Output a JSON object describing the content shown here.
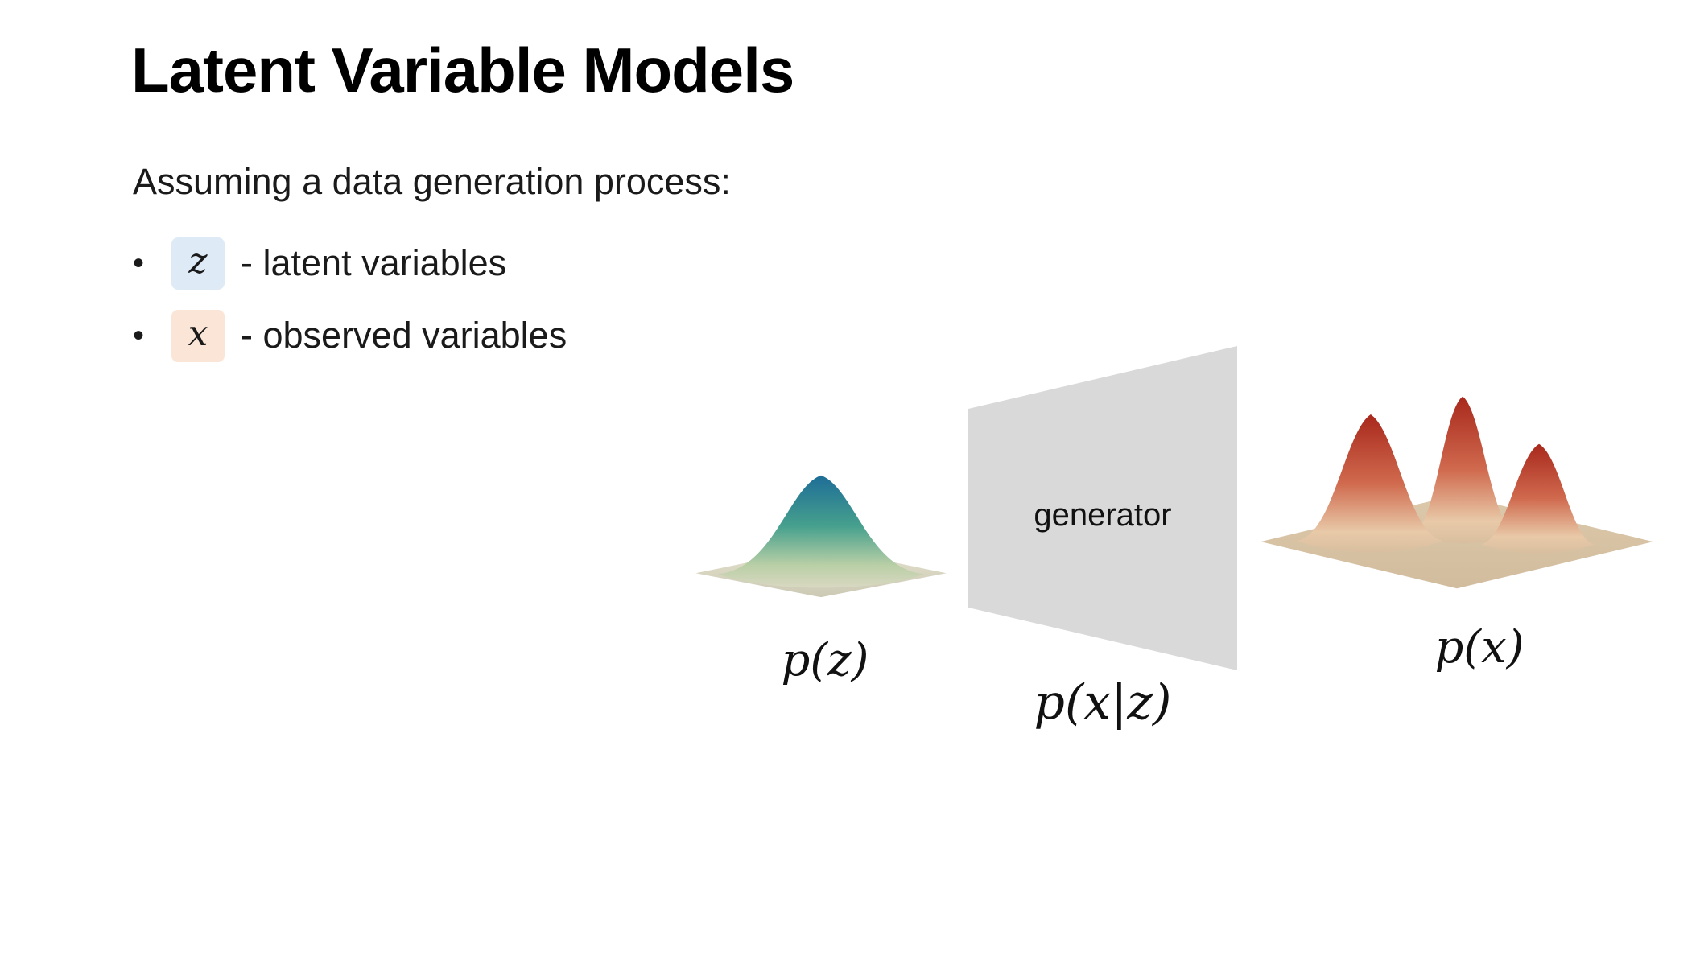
{
  "slide": {
    "title": "Latent Variable Models",
    "intro": "Assuming a data generation process:",
    "bullets": [
      {
        "marker": "•",
        "symbol": "z",
        "desc": "- latent variables"
      },
      {
        "marker": "•",
        "symbol": "x",
        "desc": "- observed variables"
      }
    ]
  },
  "diagram": {
    "prior_label": "p(z)",
    "generator_label": "generator",
    "conditional_label": "p(x|z)",
    "marginal_label": "p(x)"
  },
  "colors": {
    "z_highlight": "#deebf7",
    "x_highlight": "#fbe5d6",
    "generator_fill": "#d9d9d9",
    "prior_top": "#1d6d97",
    "prior_mid": "#46a08d",
    "prior_base": "#d9d8c2",
    "marginal_top": "#a8281c",
    "marginal_mid": "#d06a4e",
    "marginal_base": "#e8c9a8",
    "ground_light": "#e4e1ce",
    "ground_tan": "#d2bc9e"
  }
}
